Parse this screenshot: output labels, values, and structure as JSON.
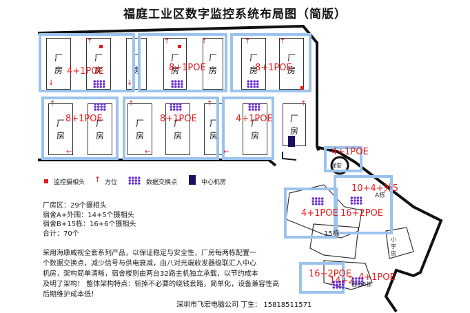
{
  "title": "福庭工业区数字监控系统布局图（简版）",
  "building_char": "厂房",
  "counts": {
    "z1": "4+1POE",
    "z2": "8+1POE",
    "z3": "8+1POE",
    "z4": "8+1POE",
    "z5": "8+1POE",
    "z6": "4+1POE",
    "z7": "4+1POE",
    "z8": "10+4+外5",
    "z9": "4+1POE",
    "z10": "16+2POE",
    "z11": "16+2POE",
    "z12": "14+2",
    "z13": "4+1POE"
  },
  "map_labels": {
    "guard": "保安",
    "a_bldg": "A栋",
    "bldg15": "15栋",
    "xiaoyu": "小宇房",
    "dorm_b": "宿舍B栋"
  },
  "legend": {
    "camera": "监控摄相头",
    "direction": "方位",
    "switch": "数据交换点",
    "center": "中心机房"
  },
  "summary": [
    "厂房区：29个摄相头",
    "宿舍A+外围：14+5个摄相头",
    "宿舍B+15栋：16+6个摄相头",
    "合计：70个"
  ],
  "description": [
    "采用海康威视全套系列产品，以保证稳定与安全性，厂房每两栋配置一",
    "个数据交换点，减少信号与供电衰减，由八对光端收发器级联汇入中心",
    "机房，架构简单清晰，宿舍楼则由两台32路主机独立承载，以节约成本",
    "及明了架构！  整体架构特点：斩掉不必要的绕钱套路，简单化，设备兼容性高",
    "后期维护成本低！"
  ],
  "footer": "深圳市飞宏电脑公司 丁生：   15818511571",
  "colors": {
    "zone": "#9cc3ee",
    "count_text": "#e41d1d",
    "switch": "#6a2fd8",
    "center": "#1a1060",
    "camera": "#e0191b"
  }
}
